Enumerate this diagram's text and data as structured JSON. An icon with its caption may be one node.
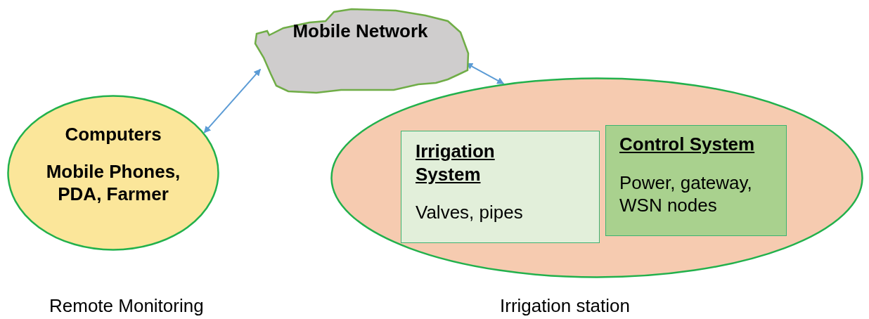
{
  "diagram": {
    "nodes": [
      {
        "text": [
          "Mobile Network"
        ]
      },
      {
        "text": [
          "Computers",
          "Mobile Phones, PDA, Farmer"
        ],
        "beside": [
          "Remote Monitoring"
        ]
      },
      {
        "text": [],
        "shape": "ellipse",
        "beside": [
          "Irrigation station"
        ]
      },
      {
        "text": [
          "Irrigation System",
          "Valves, pipes"
        ],
        "in": 2
      },
      {
        "text": [
          "Control System",
          "Power, gateway, WSN nodes"
        ],
        "in": 2
      }
    ],
    "edges": [
      {
        "from": 1,
        "to": 0,
        "arrow": "both"
      },
      {
        "from": 0,
        "to": 2,
        "arrow": "both"
      }
    ]
  }
}
